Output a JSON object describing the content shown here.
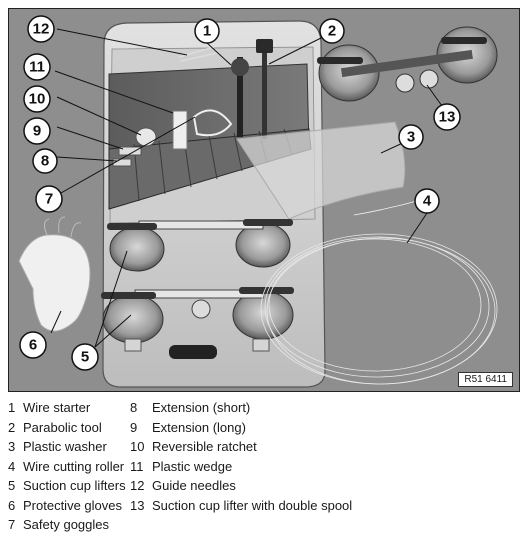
{
  "figure": {
    "reference_code": "R51 6411",
    "callouts": [
      "1",
      "2",
      "3",
      "4",
      "5",
      "6",
      "7",
      "8",
      "9",
      "10",
      "11",
      "12",
      "13"
    ]
  },
  "legend": {
    "rows": [
      [
        {
          "num": "1",
          "label": "Wire starter"
        },
        {
          "num": "8",
          "label": "Extension (short)"
        }
      ],
      [
        {
          "num": "2",
          "label": "Parabolic tool"
        },
        {
          "num": "9",
          "label": "Extension (long)"
        }
      ],
      [
        {
          "num": "3",
          "label": "Plastic washer"
        },
        {
          "num": "10",
          "label": "Reversible ratchet"
        }
      ],
      [
        {
          "num": "4",
          "label": "Wire cutting roller"
        },
        {
          "num": "11",
          "label": "Plastic wedge"
        }
      ],
      [
        {
          "num": "5",
          "label": "Suction cup lifters"
        },
        {
          "num": "12",
          "label": "Guide needles"
        }
      ],
      [
        {
          "num": "6",
          "label": "Protective gloves"
        },
        {
          "num": "13",
          "label": "Suction cup lifter with double spool"
        }
      ],
      [
        {
          "num": "7",
          "label": "Safety goggles"
        },
        null
      ]
    ]
  }
}
